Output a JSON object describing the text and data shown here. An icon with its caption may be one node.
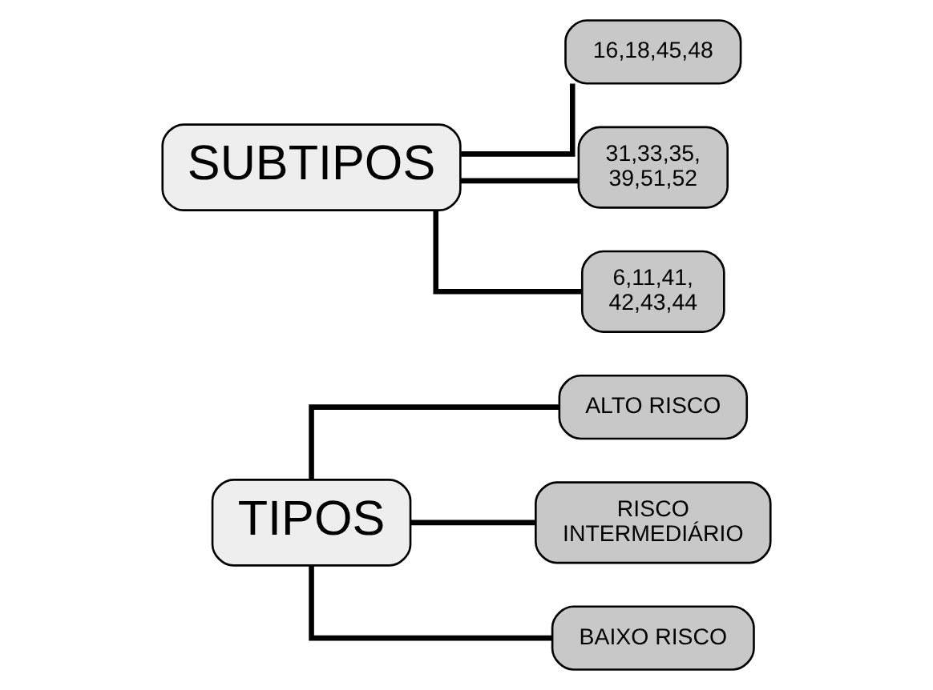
{
  "diagram": {
    "nodes": [
      {
        "text": [
          "TIPOS"
        ]
      },
      {
        "text": [
          "ALTO RISCO"
        ]
      },
      {
        "text": [
          "RISCO INTERMEDIÁRIO"
        ]
      },
      {
        "text": [
          "BAIXO RISCO"
        ]
      },
      {
        "text": [
          "SUBTIPOS"
        ]
      },
      {
        "text": [
          "16,18,45,48"
        ]
      },
      {
        "text": [
          "31,33,35, 39,51,52"
        ]
      },
      {
        "text": [
          "6,11,41, 42,43,44"
        ]
      }
    ],
    "edges": [
      {
        "from": 0,
        "to": 1,
        "arrow": "none"
      },
      {
        "from": 0,
        "to": 2,
        "arrow": "none"
      },
      {
        "from": 0,
        "to": 3,
        "arrow": "none"
      },
      {
        "from": 4,
        "to": 5,
        "arrow": "none"
      },
      {
        "from": 4,
        "to": 6,
        "arrow": "none"
      },
      {
        "from": 4,
        "to": 7,
        "arrow": "none"
      }
    ]
  }
}
